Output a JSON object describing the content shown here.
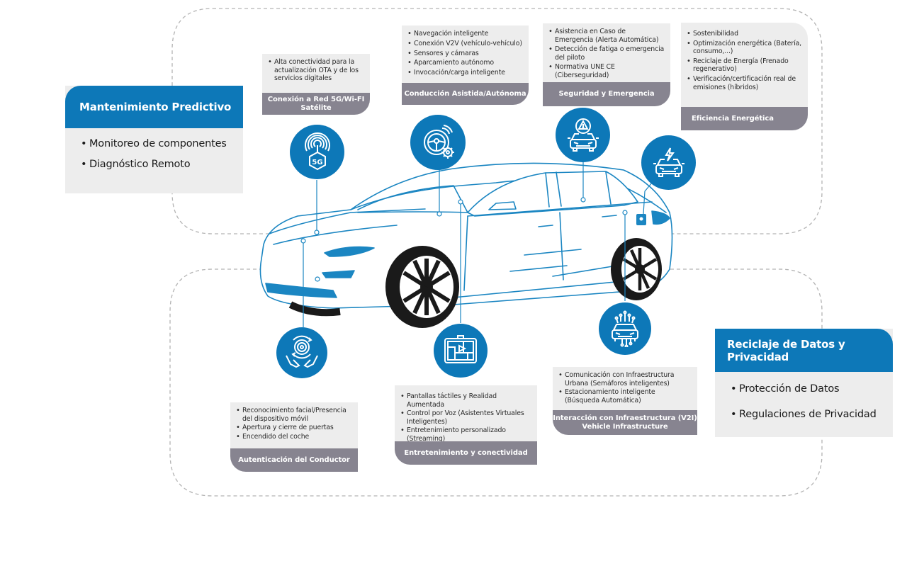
{
  "colors": {
    "brand_blue": "#0d78b8",
    "card_gray": "#ededed",
    "title_gray": "#878490",
    "dashed_outline": "#b3b3b3"
  },
  "highlight_cards": [
    {
      "id": "mantenimiento",
      "title": "Mantenimiento Predictivo",
      "items": [
        "Monitoreo de componentes",
        "Diagnóstico Remoto"
      ]
    },
    {
      "id": "privacidad",
      "title": "Reciclaje de Datos y Privacidad",
      "items": [
        "Protección de Datos",
        "Regulaciones de Privacidad"
      ]
    }
  ],
  "feature_cards": [
    {
      "id": "conexion",
      "title": "Conexión a Red 5G/Wi-FI Satélite",
      "icon": "5g-antenna-icon",
      "items": [
        "Alta conectividad para la actualización OTA y de los servicios digitales"
      ]
    },
    {
      "id": "conduccion",
      "title": "Conducción Asistida/Autónoma",
      "icon": "steering-wheel-gear-icon",
      "items": [
        "Navegación inteligente",
        "Conexión V2V (vehículo-vehículo)",
        "Sensores y cámaras",
        "Aparcamiento autónomo",
        "Invocación/carga inteligente"
      ]
    },
    {
      "id": "seguridad",
      "title": "Seguridad y Emergencia",
      "icon": "car-warning-icon",
      "items": [
        "Asistencia en Caso de Emergencia (Alerta Automática)",
        "Detección de fatiga o emergencia del piloto",
        "Normativa UNE CE (Ciberseguridad)"
      ]
    },
    {
      "id": "eficiencia",
      "title": "Eficiencia Energética",
      "icon": "car-lightning-icon",
      "items": [
        "Sostenibilidad",
        "Optimización energética (Batería, consumo,...)",
        "Reciclaje de Energía (Frenado regenerativo)",
        "Verificación/certificación real de emisiones (híbridos)"
      ]
    },
    {
      "id": "autenticacion",
      "title": "Autenticación del Conductor",
      "icon": "hands-steering-wheel-icon",
      "items": [
        "Reconocimiento facial/Presencia del dispositivo móvil",
        "Apertura y cierre de puertas",
        "Encendido del coche"
      ]
    },
    {
      "id": "entretenimiento",
      "title": "Entretenimiento y conectividad",
      "icon": "touchscreen-map-icon",
      "items": [
        "Pantallas táctiles y Realidad Aumentada",
        "Control por Voz (Asistentes Virtuales Inteligentes)",
        "Entretenimiento personalizado (Streaming)"
      ]
    },
    {
      "id": "v2i",
      "title": "Interacción con Infraestructura (V2I) Vehicle Infrastructure",
      "title_line1": "Interacción con Infraestructura (V2I)",
      "title_line2": "Vehicle Infrastructure",
      "icon": "car-circuit-icon",
      "items": [
        "Comunicación con Infraestructura Urbana (Semáforos inteligentes)",
        "Estacionamiento inteligente (Búsqueda Automática)"
      ]
    }
  ],
  "icon_labels": {
    "five_g": "5G"
  }
}
